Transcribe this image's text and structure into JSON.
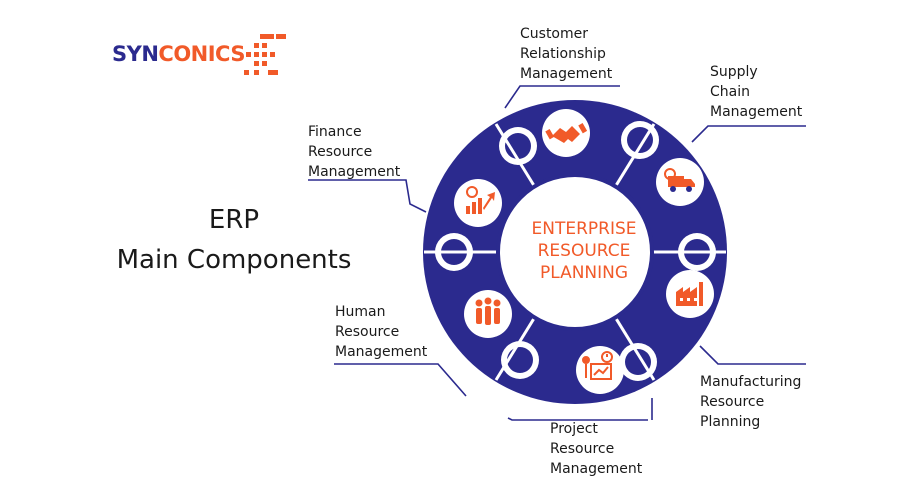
{
  "brand": {
    "name_part1": "SYN",
    "name_part2": "CONICS",
    "brand_blue": "#2b2a8e",
    "brand_orange": "#f15a29"
  },
  "title": {
    "line1": "ERP",
    "line2": "Main Components"
  },
  "center": {
    "line1": "ENTERPRISE",
    "line2": "RESOURCE",
    "line3": "PLANNING"
  },
  "colors": {
    "ring": "#2b2a8e",
    "accent": "#f15a29",
    "hub_border": "#2b2a8e",
    "text": "#1a1a1a"
  },
  "components": [
    {
      "lines": [
        "Customer",
        "Relationship",
        "Management"
      ],
      "icon": "handshake-icon"
    },
    {
      "lines": [
        "Supply",
        "Chain",
        "Management"
      ],
      "icon": "delivery-truck-icon"
    },
    {
      "lines": [
        "Manufacturing",
        "Resource",
        "Planning"
      ],
      "icon": "factory-icon"
    },
    {
      "lines": [
        "Project",
        "Resource",
        "Management"
      ],
      "icon": "presentation-board-icon"
    },
    {
      "lines": [
        "Human",
        "Resource",
        "Management"
      ],
      "icon": "people-group-icon"
    },
    {
      "lines": [
        "Finance",
        "Resource",
        "Management"
      ],
      "icon": "finance-growth-icon"
    }
  ]
}
